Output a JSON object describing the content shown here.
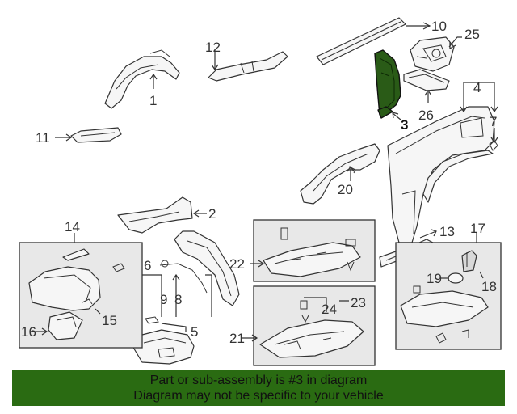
{
  "diagram": {
    "callouts": {
      "c1": "1",
      "c2": "2",
      "c3": "3",
      "c4": "4",
      "c5": "5",
      "c6": "6",
      "c7": "7",
      "c8": "8",
      "c9": "9",
      "c10": "10",
      "c11": "11",
      "c12": "12",
      "c13": "13",
      "c14": "14",
      "c15": "15",
      "c16": "16",
      "c17": "17",
      "c18": "18",
      "c19": "19",
      "c20": "20",
      "c21": "21",
      "c22": "22",
      "c23": "23",
      "c24": "24",
      "c25": "25",
      "c26": "26"
    },
    "highlighted_part": "3",
    "colors": {
      "highlight_fill": "#2a5b17",
      "banner_background": "#2a6b12",
      "line": "#333333"
    }
  },
  "banner": {
    "line1": "Part or sub-assembly is #3 in diagram",
    "line2": "Diagram may not be specific to your vehicle"
  }
}
